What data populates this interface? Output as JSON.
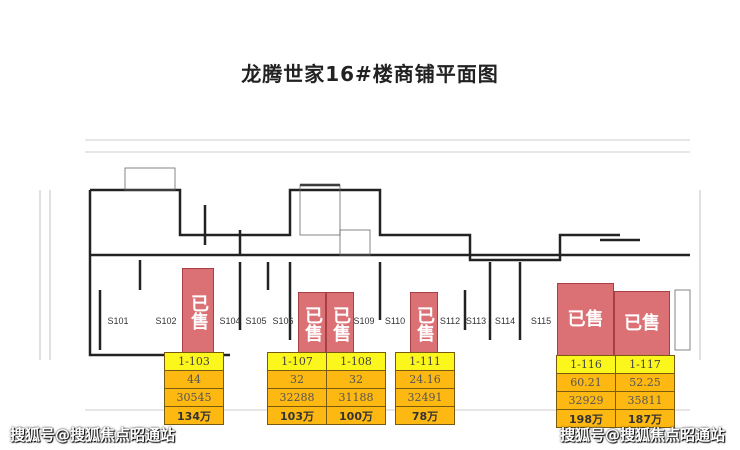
{
  "title": "龙腾世家16#楼商铺平面图",
  "sold_label": "已售",
  "units": [
    "S101",
    "S102",
    "S104",
    "S105",
    "S106",
    "S109",
    "S110",
    "S112",
    "S113",
    "S114",
    "S115"
  ],
  "tables": [
    {
      "columns": [
        {
          "id": "1-103",
          "area": "44",
          "unit_price": "30545",
          "total": "134万"
        }
      ]
    },
    {
      "columns": [
        {
          "id": "1-107",
          "area": "32",
          "unit_price": "32288",
          "total": "103万"
        },
        {
          "id": "1-108",
          "area": "32",
          "unit_price": "31188",
          "total": "100万"
        }
      ]
    },
    {
      "columns": [
        {
          "id": "1-111",
          "area": "24.16",
          "unit_price": "32491",
          "total": "78万"
        }
      ]
    },
    {
      "columns": [
        {
          "id": "1-116",
          "area": "60.21",
          "unit_price": "32929",
          "total": "198万"
        },
        {
          "id": "1-117",
          "area": "52.25",
          "unit_price": "35811",
          "total": "187万"
        }
      ]
    }
  ],
  "watermark": "搜狐号@搜狐焦点昭通站",
  "colors": {
    "sold": "#d9666a",
    "id_row": "#fbf61c",
    "data_row": "#fdb811"
  }
}
